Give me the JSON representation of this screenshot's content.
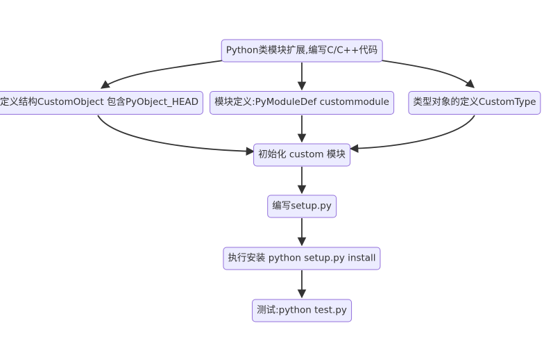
{
  "diagram": {
    "type": "flowchart-top-down",
    "nodes": [
      {
        "id": "root",
        "label": "Python类模块扩展,编写C/C++代码"
      },
      {
        "id": "struct",
        "label": "定义结构CustomObject 包含PyObject_HEAD"
      },
      {
        "id": "moduledef",
        "label": "模块定义:PyModuleDef custommodule"
      },
      {
        "id": "customtype",
        "label": "类型对象的定义CustomType"
      },
      {
        "id": "init",
        "label": "初始化 custom 模块"
      },
      {
        "id": "setup",
        "label": "编写setup.py"
      },
      {
        "id": "install",
        "label": "执行安装 python setup.py install"
      },
      {
        "id": "test",
        "label": "测试:python test.py"
      }
    ],
    "edges": [
      {
        "from": "root",
        "to": "struct"
      },
      {
        "from": "root",
        "to": "moduledef"
      },
      {
        "from": "root",
        "to": "customtype"
      },
      {
        "from": "struct",
        "to": "init"
      },
      {
        "from": "moduledef",
        "to": "init"
      },
      {
        "from": "customtype",
        "to": "init"
      },
      {
        "from": "init",
        "to": "setup"
      },
      {
        "from": "setup",
        "to": "install"
      },
      {
        "from": "install",
        "to": "test"
      }
    ],
    "colors": {
      "background": "#FFFFFF",
      "node_fill": "#ECECFF",
      "node_border": "#9370DB",
      "edge": "#333333",
      "text": "#333333"
    }
  }
}
